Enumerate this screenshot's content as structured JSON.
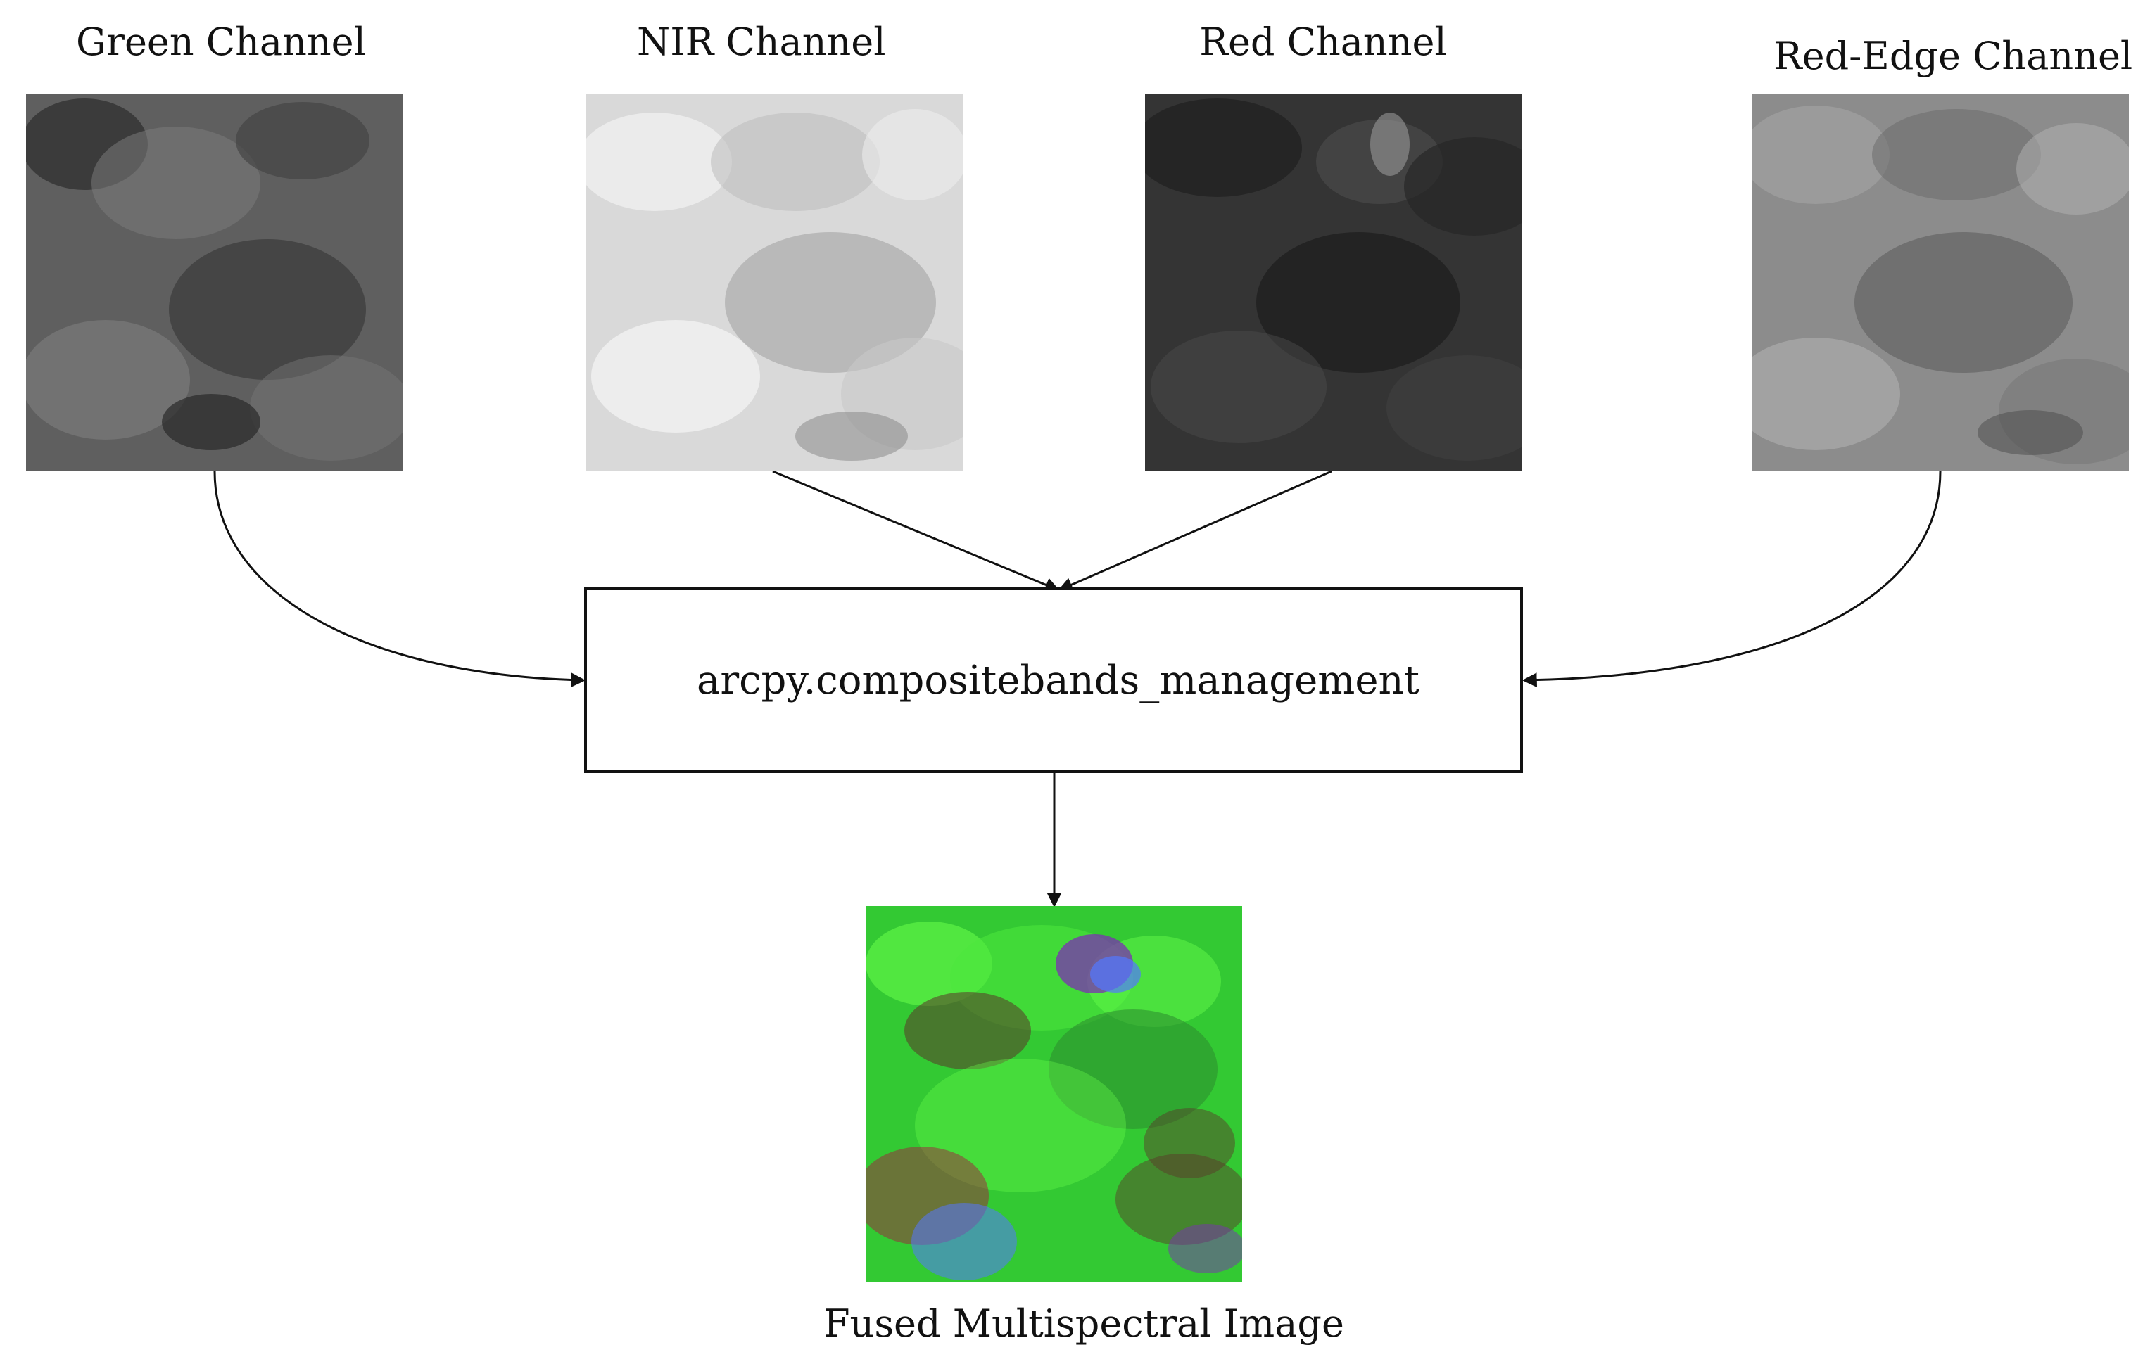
{
  "inputs": [
    {
      "key": "green",
      "label": "Green Channel",
      "tone": "#5f5f5f"
    },
    {
      "key": "nir",
      "label": "NIR Channel",
      "tone": "#d9d9d9"
    },
    {
      "key": "red",
      "label": "Red Channel",
      "tone": "#343434"
    },
    {
      "key": "rededge",
      "label": "Red-Edge Channel",
      "tone": "#8c8c8c"
    }
  ],
  "process": {
    "label": "arcpy.compositebands_management"
  },
  "output": {
    "label": "Fused Multispectral Image",
    "colors": {
      "base": "#33c933",
      "leaf": "#69ff4b",
      "shadow": "#5a3428",
      "accent_purple": "#7c2fb3",
      "accent_blue": "#5377ff",
      "accent_red": "#a11f3d"
    }
  },
  "colors": {
    "line": "#111111",
    "box_border": "#111111",
    "background": "#ffffff"
  }
}
